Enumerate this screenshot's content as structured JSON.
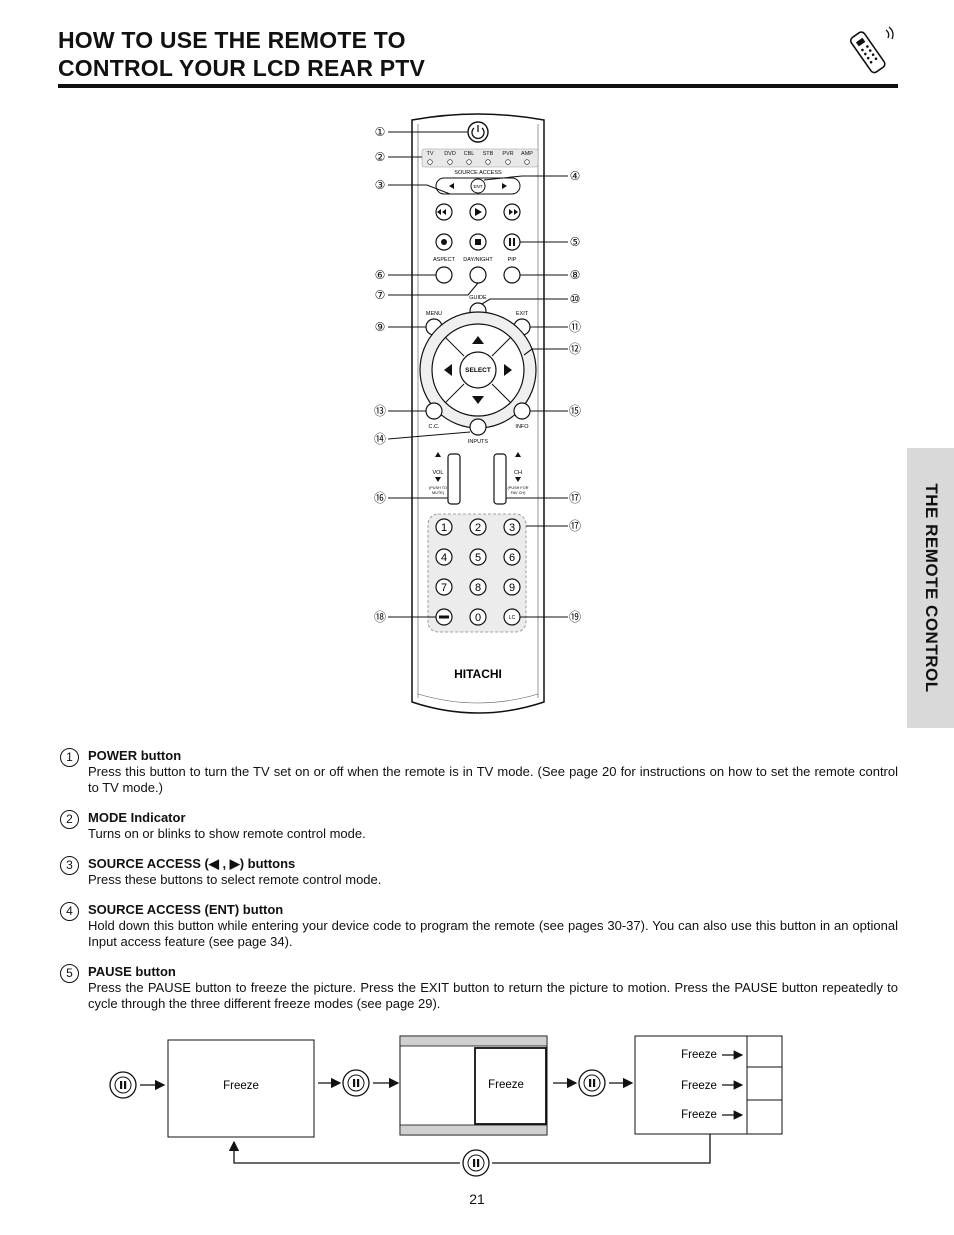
{
  "header": {
    "title_line1": "HOW TO USE THE REMOTE TO",
    "title_line2": "CONTROL YOUR LCD REAR PTV"
  },
  "side_tab": {
    "label": "THE REMOTE CONTROL"
  },
  "remote": {
    "modes": [
      "TV",
      "DVD",
      "CBL",
      "STB",
      "PVR",
      "AMP"
    ],
    "source_access": "SOURCE ACCESS",
    "ent": "ENT",
    "aspect": "ASPECT",
    "day_night": "DAY/NIGHT",
    "pip": "PIP",
    "guide": "GUIDE",
    "menu": "MENU",
    "exit": "EXIT",
    "select": "SELECT",
    "cc": "C.C.",
    "info": "INFO",
    "inputs": "INPUTS",
    "vol": "VOL",
    "vol_sub1": "(PUSH TO",
    "vol_sub2": "MUTE)",
    "ch": "CH",
    "ch_sub1": "(PUSH FOR",
    "ch_sub2": "FAV CH)",
    "digits": [
      "1",
      "2",
      "3",
      "4",
      "5",
      "6",
      "7",
      "8",
      "9"
    ],
    "zero": "0",
    "lc": "LC",
    "brand": "HITACHI",
    "callouts": {
      "c1": "①",
      "c2": "②",
      "c3": "③",
      "c4": "④",
      "c5": "⑤",
      "c6": "⑥",
      "c7": "⑦",
      "c8": "⑧",
      "c9": "⑨",
      "c10": "⑩",
      "c11": "⑪",
      "c12": "⑫",
      "c13": "⑬",
      "c14": "⑭",
      "c15": "⑮",
      "c16": "⑯",
      "c17": "⑰",
      "c18": "⑱",
      "c19": "⑲"
    }
  },
  "items": [
    {
      "num": "1",
      "heading": "POWER button",
      "body": "Press this button to turn the TV set on or off when the remote is in TV mode.  (See page 20 for instructions on how to set the remote control to TV mode.)"
    },
    {
      "num": "2",
      "heading": "MODE Indicator",
      "body": "Turns on or blinks to show remote control mode."
    },
    {
      "num": "3",
      "heading": "SOURCE ACCESS (◀ , ▶) buttons",
      "body": "Press these buttons to select remote control mode."
    },
    {
      "num": "4",
      "heading": "SOURCE ACCESS (ENT) button",
      "body": "Hold down this button while entering your device code to program the remote (see pages 30-37).  You can also use this button in an optional Input access feature (see page 34)."
    },
    {
      "num": "5",
      "heading": "PAUSE button",
      "body": "Press the PAUSE button to freeze the picture.  Press the EXIT button to return the picture to motion.  Press the PAUSE button repeatedly to cycle through the three different freeze modes (see page 29)."
    }
  ],
  "diagram": {
    "freeze1": "Freeze",
    "freeze2": "Freeze",
    "freeze3a": "Freeze",
    "freeze3b": "Freeze",
    "freeze3c": "Freeze"
  },
  "page_number": "21"
}
